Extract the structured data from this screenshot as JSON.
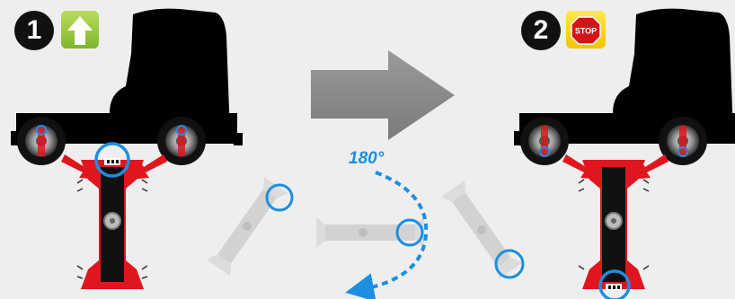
{
  "steps": [
    {
      "number": "1",
      "sign_icon": "green-up-arrow-icon"
    },
    {
      "number": "2",
      "sign_icon": "stop-sign-icon",
      "sign_text": "STOP"
    }
  ],
  "rotation": {
    "label": "180°"
  },
  "colors": {
    "background": "#eeeeee",
    "truck": "#000000",
    "tool_red": "#e0161f",
    "highlight_blue": "#1c8fe0",
    "arrow_gray": "#8a8a8a",
    "go_green": "#8fc33a",
    "stop_yellow": "#f5d000"
  }
}
